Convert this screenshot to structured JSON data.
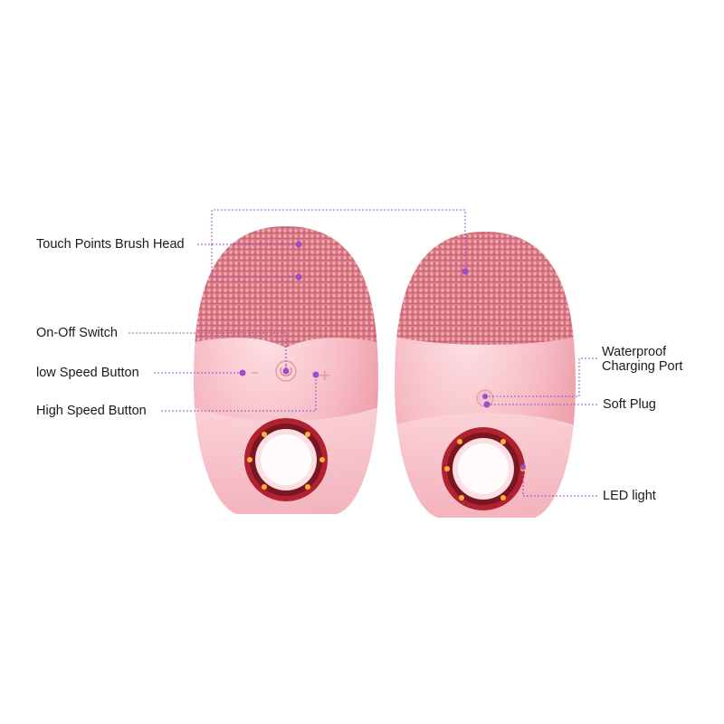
{
  "labels": {
    "touch_points": "Touch Points Brush Head",
    "on_off": "On-Off Switch",
    "low_speed": "low Speed Button",
    "high_speed": "High Speed Button",
    "waterproof_line1": "Waterproof",
    "waterproof_line2": "Charging Port",
    "soft_plug": "Soft Plug",
    "led": "LED light"
  },
  "button_glyphs": {
    "minus": "−",
    "plus": "+"
  },
  "colors": {
    "callout": "#9b4dca",
    "body_light": "#f9c9cf",
    "body_mid": "#f2aab4",
    "brush": "#d9737f",
    "ring": "#b3202e",
    "led": "#ffae3a"
  }
}
